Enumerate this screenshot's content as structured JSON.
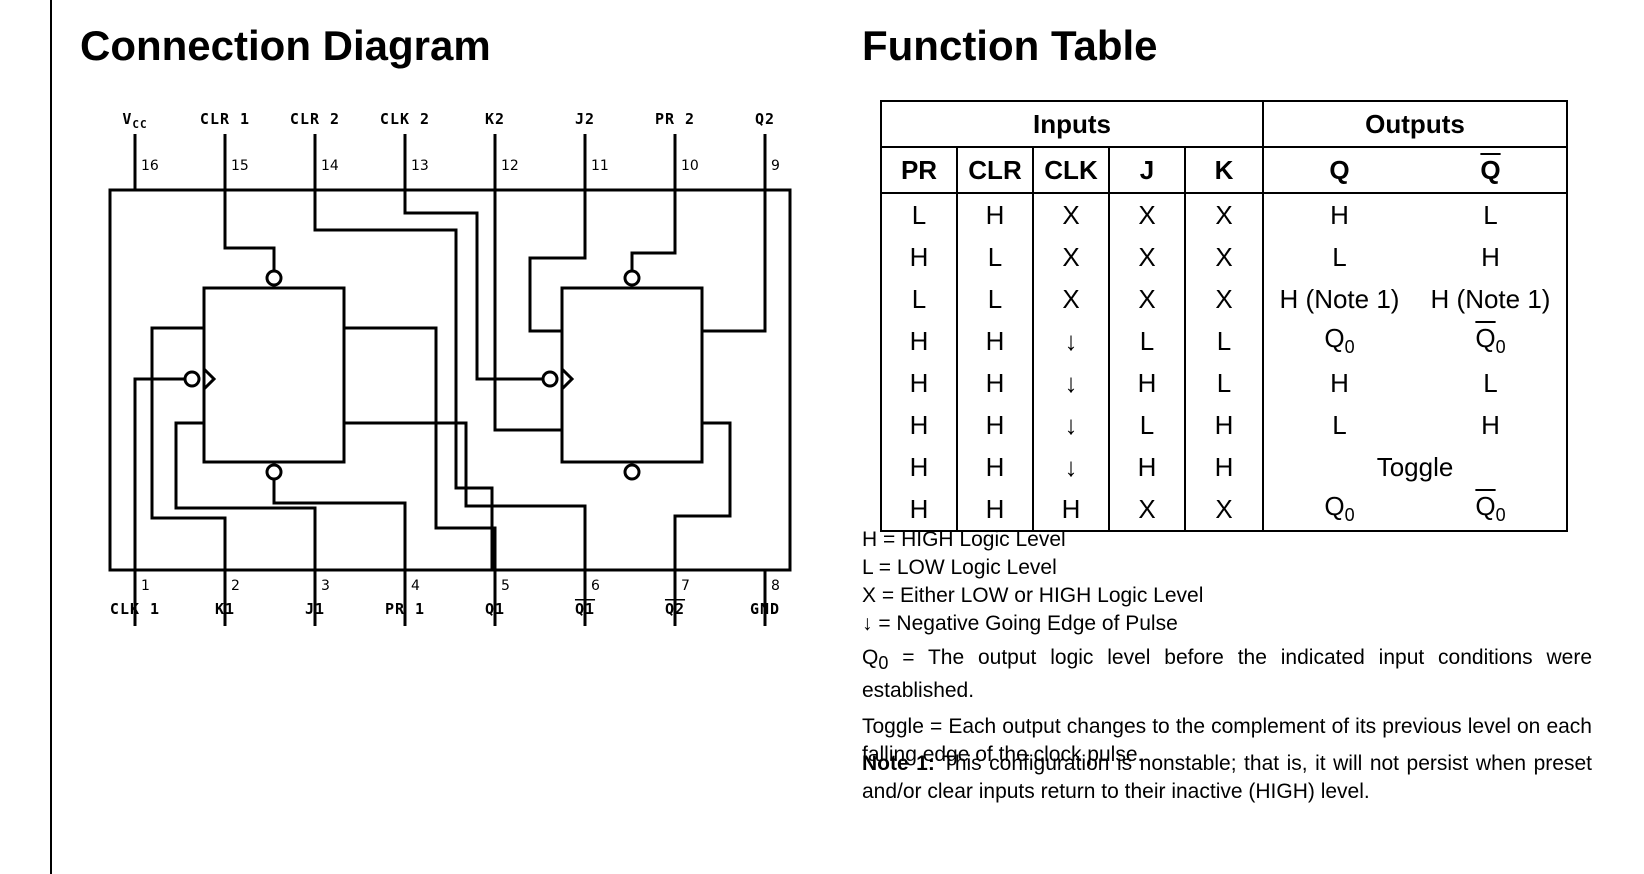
{
  "left": {
    "heading": "Connection Diagram"
  },
  "right": {
    "heading": "Function Table"
  },
  "diagram": {
    "top_pins": [
      {
        "num": "16",
        "label": "V",
        "sub": "CC"
      },
      {
        "num": "15",
        "label": "CLR 1"
      },
      {
        "num": "14",
        "label": "CLR 2"
      },
      {
        "num": "13",
        "label": "CLK 2"
      },
      {
        "num": "12",
        "label": "K2"
      },
      {
        "num": "11",
        "label": "J2"
      },
      {
        "num": "10",
        "label": "PR 2"
      },
      {
        "num": "9",
        "label": "Q2"
      }
    ],
    "bottom_pins": [
      {
        "num": "1",
        "label": "CLK 1"
      },
      {
        "num": "2",
        "label": "K1"
      },
      {
        "num": "3",
        "label": "J1"
      },
      {
        "num": "4",
        "label": "PR 1"
      },
      {
        "num": "5",
        "label": "Q1"
      },
      {
        "num": "6",
        "label": "Q1",
        "overline": true
      },
      {
        "num": "7",
        "label": "Q2",
        "overline": true
      },
      {
        "num": "8",
        "label": "GND"
      }
    ]
  },
  "table": {
    "group_inputs": "Inputs",
    "group_outputs": "Outputs",
    "headers": [
      "PR",
      "CLR",
      "CLK",
      "J",
      "K",
      "Q",
      "Q"
    ],
    "rows": [
      [
        "L",
        "H",
        "X",
        "X",
        "X",
        "H",
        "L"
      ],
      [
        "H",
        "L",
        "X",
        "X",
        "X",
        "L",
        "H"
      ],
      [
        "L",
        "L",
        "X",
        "X",
        "X",
        "H (Note 1)",
        "H (Note 1)"
      ],
      [
        "H",
        "H",
        "↓",
        "L",
        "L",
        "Q",
        "Q"
      ],
      [
        "H",
        "H",
        "↓",
        "H",
        "L",
        "H",
        "L"
      ],
      [
        "H",
        "H",
        "↓",
        "L",
        "H",
        "L",
        "H"
      ],
      [
        "H",
        "H",
        "↓",
        "H",
        "H",
        "Toggle"
      ],
      [
        "H",
        "H",
        "H",
        "X",
        "X",
        "Q",
        "Q"
      ]
    ],
    "sub0": "0"
  },
  "legend": {
    "h": "H = HIGH Logic Level",
    "l": "L = LOW Logic Level",
    "x": "X = Either LOW or HIGH Logic Level",
    "arrow": "↓ = Negative Going Edge of Pulse",
    "q0_sym": "Q",
    "q0_sub": "0",
    "q0_text": " = The output logic level before the indicated input conditions were established.",
    "toggle": "Toggle = Each output changes to the complement of its previous level on each falling edge of the clock pulse.",
    "note_label": "Note 1:",
    "note_text": " This configuration is nonstable; that is, it will not persist when preset and/or clear inputs return to their inactive (HIGH) level."
  }
}
